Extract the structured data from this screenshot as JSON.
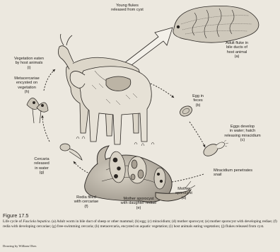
{
  "labels": {
    "young_flukes": [
      "Young flukes",
      "released from cyst"
    ],
    "adult_fluke": [
      "Adult fluke in",
      "bile ducts of",
      "host animal",
      "(a)"
    ],
    "vegetation": [
      "Vegetation eaten",
      "by host animals",
      "(i)"
    ],
    "egg": [
      "Egg in",
      "feces",
      "(b)"
    ],
    "metacercariae": [
      "Metacercariae",
      "encysted on",
      "vegetation",
      "(h)"
    ],
    "eggs_develop": [
      "Eggs develop",
      "in water; hatch",
      "releasing miracidium",
      "(c)"
    ],
    "cercaria": [
      "Cercaria",
      "released",
      "in water",
      "(g)"
    ],
    "miracidium": [
      "Miracidium penetrates",
      "snail"
    ],
    "mother_sporocyst": [
      "Mother",
      "sporocyst",
      "(d)"
    ],
    "redia": [
      "Redia filled",
      "with cercariae",
      "(f)"
    ],
    "daughter_rediae": [
      "Mother sporocyst",
      "with daughter rediae",
      "(e)"
    ]
  },
  "figure": {
    "title": "Figure 17.5",
    "caption_prefix": "Life cycle of ",
    "caption_species": "Fasciola hepatica",
    "caption_body": ". (a) Adult worm in bile duct of sheep or other mammal; (b) egg; (c) miracidium; (d) mother sporocyst; (e) mother sporocyst with developing rediae; (f) redia with developing cercariae; (g) free-swimming cercaria; (h) metacercaria, encysted on aquatic vegetation; (i) host animals eating vegetation; (j) flukes released from cyst.",
    "credit": "Drawing by William Ober."
  }
}
